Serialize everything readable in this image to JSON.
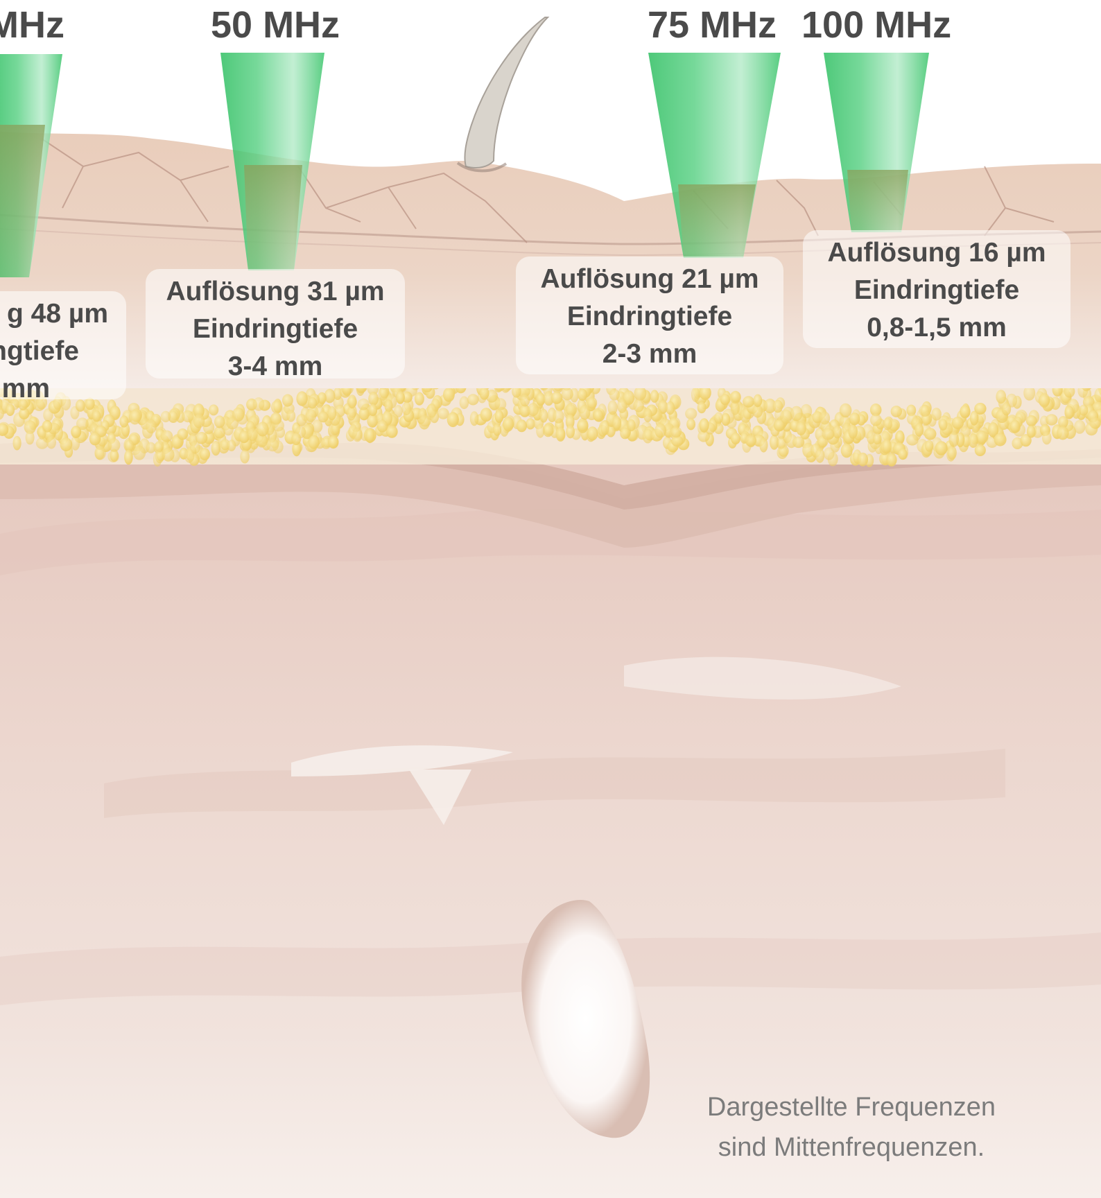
{
  "transducers": [
    {
      "frequency": "MHz",
      "resolution_line": "g 48 µm",
      "depth_label": "ngtiefe",
      "depth_value": "mm"
    },
    {
      "frequency": "50 MHz",
      "resolution_line": "Auflösung 31 µm",
      "depth_label": "Eindringtiefe",
      "depth_value": "3-4 mm"
    },
    {
      "frequency": "75 MHz",
      "resolution_line": "Auflösung 21 µm",
      "depth_label": "Eindringtiefe",
      "depth_value": "2-3 mm"
    },
    {
      "frequency": "100 MHz",
      "resolution_line": "Auflösung 16 µm",
      "depth_label": "Eindringtiefe",
      "depth_value": "0,8-1,5 mm"
    }
  ],
  "footnote": {
    "line1": "Dargestellte Frequenzen",
    "line2": "sind Mittenfrequenzen."
  },
  "colors": {
    "beam_green": "#2fbf62",
    "beam_light": "#aee9c4",
    "skin_epidermis": "#e7cbb9",
    "skin_dermis": "#ead5cc",
    "fat_yellow": "#f3d979",
    "text_dark": "#4a4a4a",
    "text_note": "#7b7b7b"
  }
}
